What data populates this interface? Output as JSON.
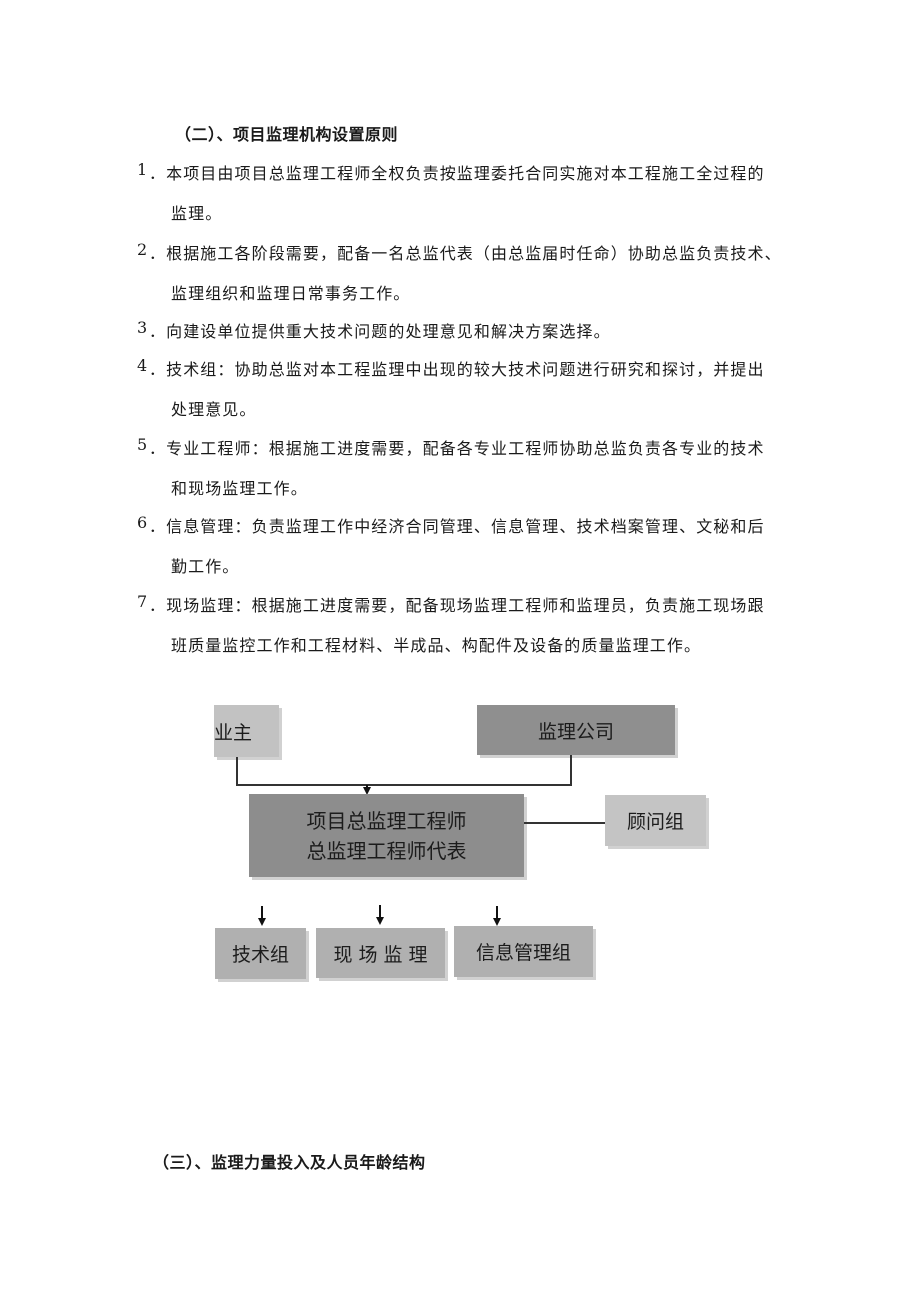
{
  "section2": {
    "heading": "（二）、项目监理机构设置原则",
    "items": [
      {
        "num": "1",
        "lines": [
          "．本项目由项目总监理工程师全权负责按监理委托合同实施对本工程施工全过程的",
          "监理。"
        ]
      },
      {
        "num": "2",
        "lines": [
          "．根据施工各阶段需要，配备一名总监代表（由总监届时任命）协助总监负责技术、",
          "监理组织和监理日常事务工作。"
        ]
      },
      {
        "num": "3",
        "lines": [
          "．向建设单位提供重大技术问题的处理意见和解决方案选择。"
        ]
      },
      {
        "num": "4",
        "lines": [
          "．技术组：协助总监对本工程监理中出现的较大技术问题进行研究和探讨，并提出",
          "处理意见。"
        ]
      },
      {
        "num": "5",
        "lines": [
          "．专业工程师：根据施工进度需要，配备各专业工程师协助总监负责各专业的技术",
          "和现场监理工作。"
        ]
      },
      {
        "num": "6",
        "lines": [
          "．信息管理：负责监理工作中经济合同管理、信息管理、技术档案管理、文秘和后",
          "勤工作。"
        ]
      },
      {
        "num": "7",
        "lines": [
          "．现场监理：根据施工进度需要，配备现场监理工程师和监理员，负责施工现场跟",
          "班质量监控工作和工程材料、半成品、构配件及设备的质量监理工作。"
        ]
      }
    ]
  },
  "org_chart": {
    "owner": "业主",
    "supervision_company": "监理公司",
    "chief_engineer_line1": "项目总监理工程师",
    "chief_engineer_line2": "总监理工程师代表",
    "advisory_group": "顾问组",
    "tech_group": "技术组",
    "site_supervision": "现 场 监 理",
    "info_management_group": "信息管理组",
    "colors": {
      "owner_box": "#c2c2c2",
      "company_box": "#8f8f8f",
      "chief_box": "#8d8d8d",
      "advisory_box": "#c4c4c4",
      "sub_box": "#b0b0b0"
    }
  },
  "section3": {
    "heading": "（三）、监理力量投入及人员年龄结构"
  }
}
